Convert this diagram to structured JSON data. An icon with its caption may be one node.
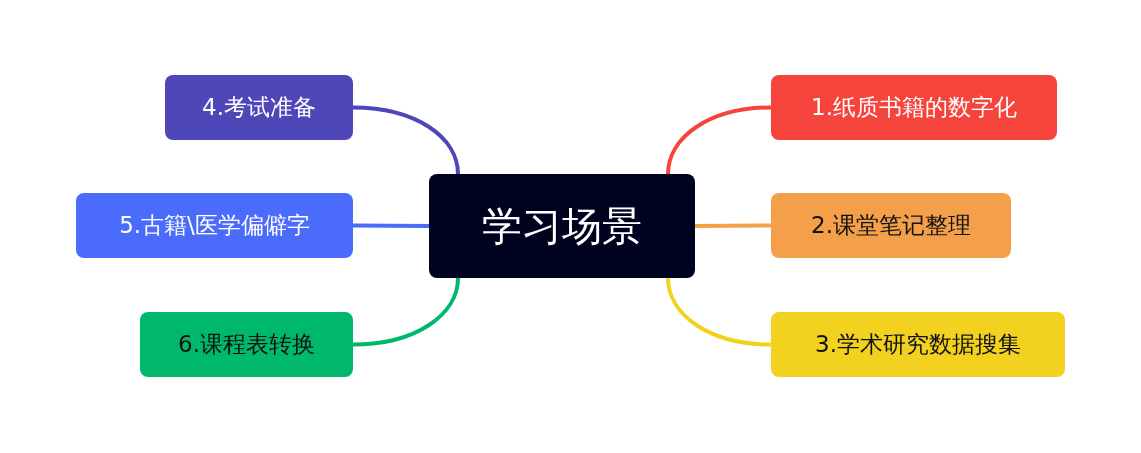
{
  "diagram": {
    "nodes": [
      {
        "text": [
          "学习场景"
        ]
      },
      {
        "text": [
          "1.纸质书籍的数字化"
        ]
      },
      {
        "text": [
          "2.课堂笔记整理"
        ]
      },
      {
        "text": [
          "3.学术研究数据搜集"
        ]
      },
      {
        "text": [
          "4.考试准备"
        ]
      },
      {
        "text": [
          "5.古籍\\医学偏僻字"
        ]
      },
      {
        "text": [
          "6.课程表转换"
        ]
      }
    ],
    "edges": [
      {
        "from": 0,
        "to": 1,
        "arrow": "none",
        "color": "#f5443b"
      },
      {
        "from": 0,
        "to": 2,
        "arrow": "none",
        "color": "#f4a04a"
      },
      {
        "from": 0,
        "to": 3,
        "arrow": "none",
        "color": "#f2d21e"
      },
      {
        "from": 0,
        "to": 4,
        "arrow": "none",
        "color": "#4f46b8"
      },
      {
        "from": 0,
        "to": 5,
        "arrow": "none",
        "color": "#4b6bfb"
      },
      {
        "from": 0,
        "to": 6,
        "arrow": "none",
        "color": "#00b86b"
      }
    ]
  }
}
